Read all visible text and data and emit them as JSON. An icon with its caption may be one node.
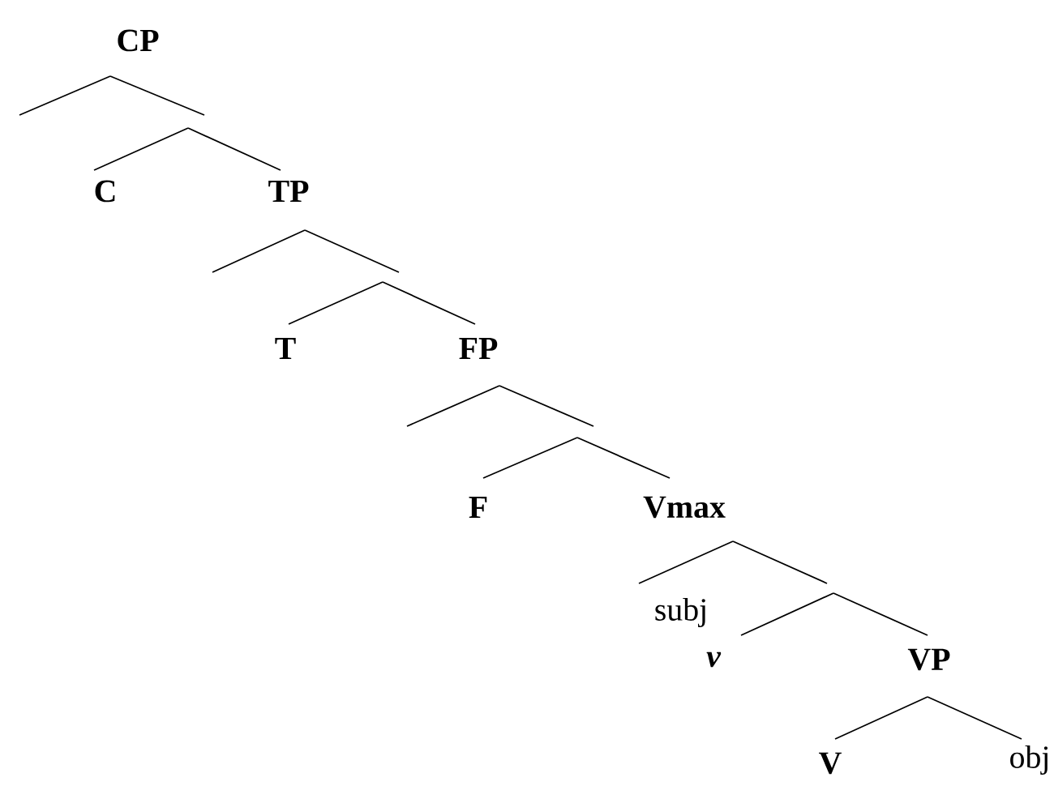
{
  "diagram": {
    "nodes": [
      {
        "text": [
          "CP"
        ]
      },
      {
        "text": [
          "C"
        ]
      },
      {
        "text": [
          "TP"
        ]
      },
      {
        "text": [
          "T"
        ]
      },
      {
        "text": [
          "FP"
        ]
      },
      {
        "text": [
          "F"
        ]
      },
      {
        "text": [
          "Vmax"
        ]
      },
      {
        "text": [
          "subj"
        ]
      },
      {
        "text": [
          "v"
        ]
      },
      {
        "text": [
          "VP"
        ]
      },
      {
        "text": [
          "V"
        ]
      },
      {
        "text": [
          "obj"
        ]
      }
    ],
    "edges": [
      {
        "from": 0,
        "to": null,
        "arrow": "none"
      },
      {
        "from": 0,
        "to": null,
        "arrow": "none"
      },
      {
        "from": null,
        "to": 1,
        "arrow": "none"
      },
      {
        "from": null,
        "to": 2,
        "arrow": "none"
      },
      {
        "from": 2,
        "to": null,
        "arrow": "none"
      },
      {
        "from": 2,
        "to": null,
        "arrow": "none"
      },
      {
        "from": null,
        "to": 3,
        "arrow": "none"
      },
      {
        "from": null,
        "to": 4,
        "arrow": "none"
      },
      {
        "from": 4,
        "to": null,
        "arrow": "none"
      },
      {
        "from": 4,
        "to": null,
        "arrow": "none"
      },
      {
        "from": null,
        "to": 5,
        "arrow": "none"
      },
      {
        "from": null,
        "to": 6,
        "arrow": "none"
      },
      {
        "from": 6,
        "to": 7,
        "arrow": "none"
      },
      {
        "from": 6,
        "to": null,
        "arrow": "none"
      },
      {
        "from": null,
        "to": 8,
        "arrow": "none"
      },
      {
        "from": null,
        "to": 9,
        "arrow": "none"
      },
      {
        "from": 9,
        "to": 10,
        "arrow": "none"
      },
      {
        "from": 9,
        "to": 11,
        "arrow": "none"
      }
    ]
  }
}
